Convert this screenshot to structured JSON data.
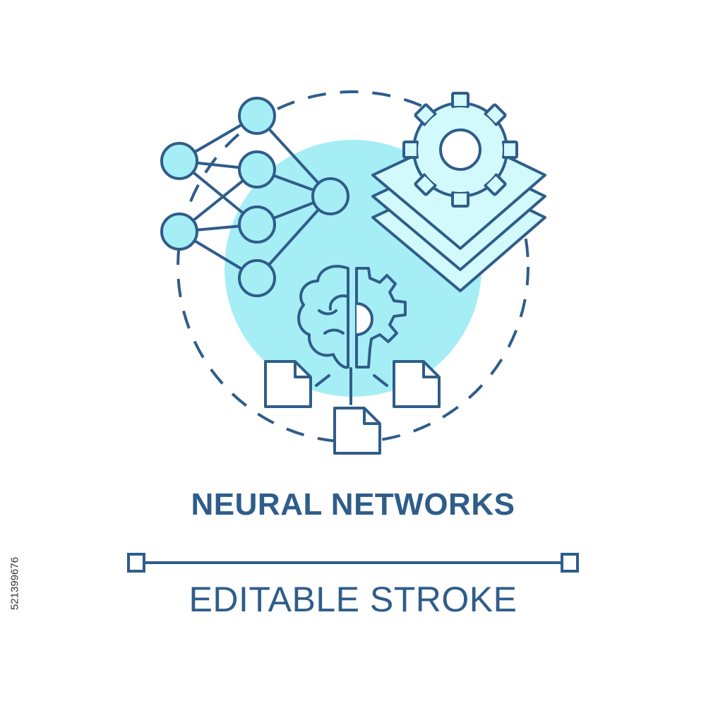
{
  "title": "NEURAL NETWORKS",
  "subtitle": "EDITABLE STROKE",
  "stock_id": "521399676",
  "colors": {
    "stroke": "#2f5d8a",
    "fill": "#a6eef5",
    "fill_light": "#d2fafc",
    "background": "#ffffff"
  },
  "icons": [
    "neural-network-icon",
    "gear-icon",
    "layers-icon",
    "brain-gear-icon",
    "document-icon"
  ]
}
